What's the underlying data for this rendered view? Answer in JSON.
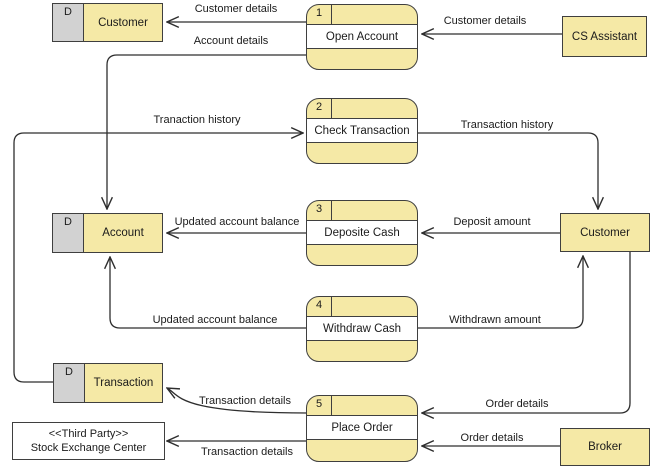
{
  "diagram": {
    "type": "data-flow-diagram",
    "colors": {
      "node_fill": "#f5e9a6",
      "datastore_marker_fill": "#d2d2d2",
      "border": "#3f3f3f",
      "line": "#2e2e2e",
      "background": "#ffffff"
    },
    "datastores": [
      {
        "marker": "D",
        "label": "Customer"
      },
      {
        "marker": "D",
        "label": "Account"
      },
      {
        "marker": "D",
        "label": "Transaction"
      }
    ],
    "processes": [
      {
        "number": "1",
        "label": "Open Account"
      },
      {
        "number": "2",
        "label": "Check Transaction"
      },
      {
        "number": "3",
        "label": "Deposite Cash"
      },
      {
        "number": "4",
        "label": "Withdraw Cash"
      },
      {
        "number": "5",
        "label": "Place Order"
      }
    ],
    "entities": [
      {
        "label": "CS Assistant"
      },
      {
        "label": "Customer"
      },
      {
        "label": "Broker"
      },
      {
        "stereotype": "<<Third Party>>",
        "label": "Stock Exchange Center"
      }
    ],
    "flows": [
      {
        "label": "Customer details",
        "from": "Open Account",
        "to": "Customer (data store)"
      },
      {
        "label": "Customer details",
        "from": "CS Assistant",
        "to": "Open Account"
      },
      {
        "label": "Account details",
        "from": "Open Account",
        "to": "Account (data store)"
      },
      {
        "label": "Tranaction history",
        "from": "Transaction (data store)",
        "to": "Check Transaction"
      },
      {
        "label": "Transaction history",
        "from": "Check Transaction",
        "to": "Customer"
      },
      {
        "label": "Deposit amount",
        "from": "Customer",
        "to": "Deposite Cash"
      },
      {
        "label": "Updated account balance",
        "from": "Deposite Cash",
        "to": "Account (data store)"
      },
      {
        "label": "Updated account balance",
        "from": "Withdraw Cash",
        "to": "Account (data store)"
      },
      {
        "label": "Withdrawn amount",
        "from": "Withdraw Cash",
        "to": "Customer"
      },
      {
        "label": "Order details",
        "from": "Customer",
        "to": "Place Order"
      },
      {
        "label": "Order details",
        "from": "Broker",
        "to": "Place Order"
      },
      {
        "label": "Transaction details",
        "from": "Place Order",
        "to": "Transaction (data store)"
      },
      {
        "label": "Transaction details",
        "from": "Place Order",
        "to": "Stock Exchange Center"
      }
    ]
  }
}
